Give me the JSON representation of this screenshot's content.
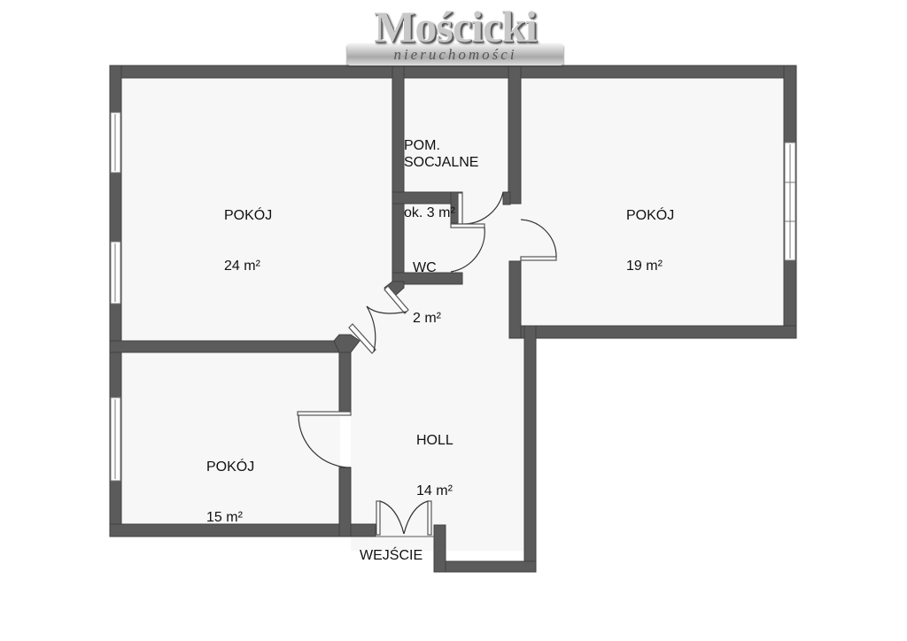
{
  "logo": {
    "brand": "Mościcki",
    "tagline": "nieruchomości"
  },
  "colors": {
    "wall": "#5b5b5b",
    "wall_outline": "#404040",
    "floor": "#f7f7f7",
    "background": "#ffffff",
    "text": "#111111"
  },
  "rooms": [
    {
      "id": "room-large",
      "name": "POKÓJ",
      "area": "24 m²"
    },
    {
      "id": "social-room",
      "name": "POM.\nSOCJALNE",
      "area": "ok. 3 m²"
    },
    {
      "id": "room-right",
      "name": "POKÓJ",
      "area": "19 m²"
    },
    {
      "id": "wc",
      "name": "WC",
      "area": "2 m²"
    },
    {
      "id": "hall",
      "name": "HOLL",
      "area": "14 m²"
    },
    {
      "id": "room-small",
      "name": "POKÓJ",
      "area": "15 m²"
    }
  ],
  "entrance": {
    "label": "WEJŚCIE"
  }
}
